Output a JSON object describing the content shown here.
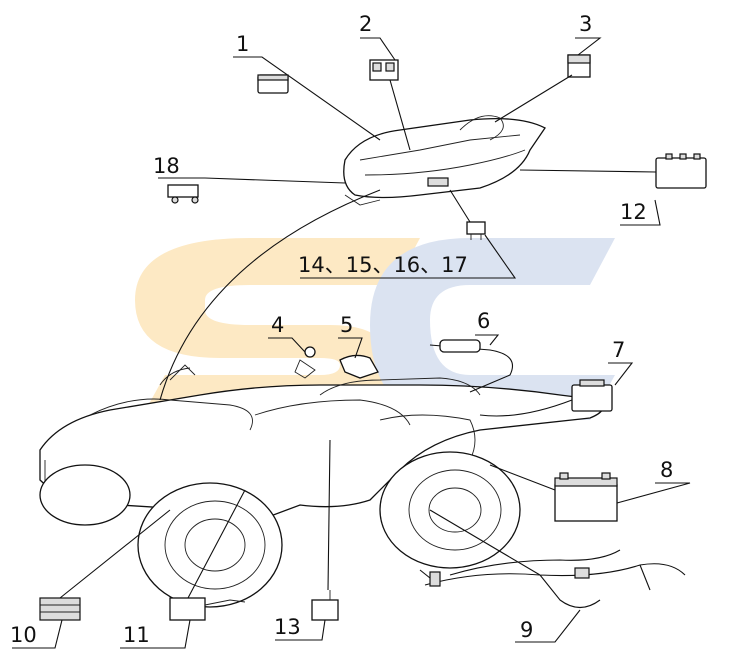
{
  "diagram": {
    "title": "ATV electrical parts exploded view",
    "watermark_logo_text": "SC",
    "colors": {
      "watermark_orange": "#fde9c4",
      "watermark_blue": "#dbe3f1",
      "line": "#111111"
    },
    "callouts": {
      "c1": "1",
      "c2": "2",
      "c3": "3",
      "c4": "4",
      "c5": "5",
      "c6": "6",
      "c7": "7",
      "c8": "8",
      "c9": "9",
      "c10": "10",
      "c11": "11",
      "c12": "12",
      "c13": "13",
      "c14_17": "14、15、16、17",
      "c18": "18"
    }
  }
}
